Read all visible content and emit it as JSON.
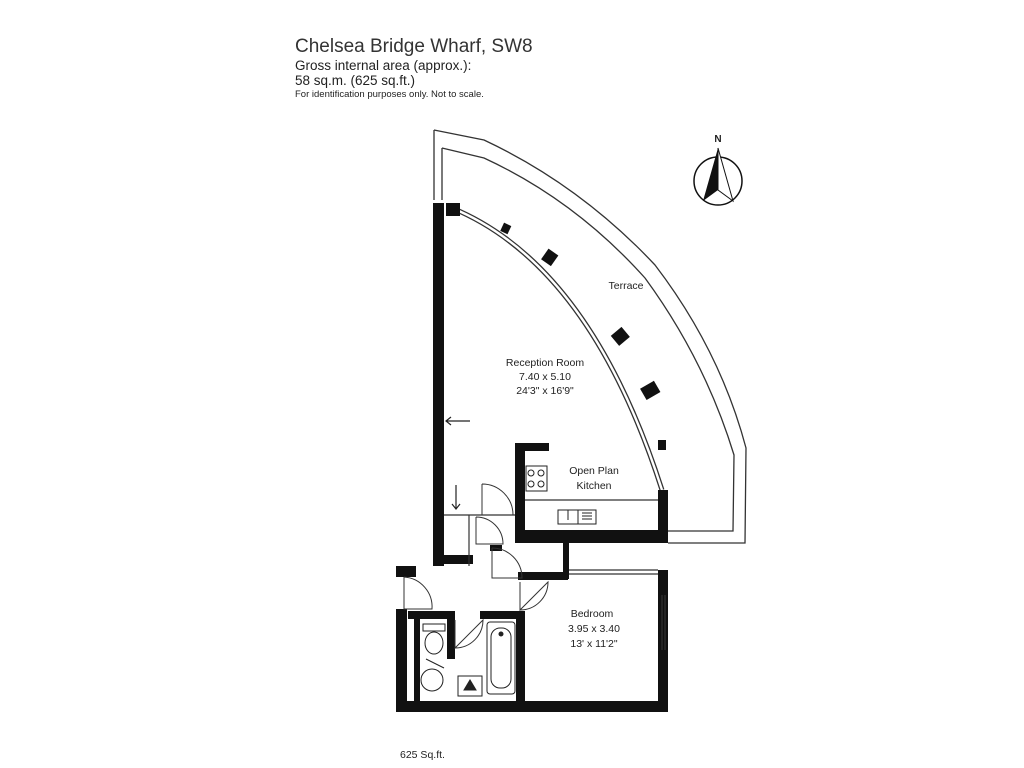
{
  "header": {
    "title": "Chelsea Bridge Wharf, SW8",
    "area_label": "Gross internal area (approx.):",
    "area_value": "58 sq.m. (625 sq.ft.)",
    "disclaimer": "For identification purposes only. Not to scale."
  },
  "compass": {
    "label": "N",
    "icon": "north-arrow-icon"
  },
  "rooms": {
    "terrace": {
      "name": "Terrace"
    },
    "reception": {
      "name": "Reception Room",
      "metric": "7.40 x 5.10",
      "imperial": "24'3\" x 16'9\""
    },
    "kitchen": {
      "name_line1": "Open Plan",
      "name_line2": "Kitchen"
    },
    "bedroom": {
      "name": "Bedroom",
      "metric": "3.95 x 3.40",
      "imperial": "13' x 11'2\""
    }
  },
  "footer": {
    "area": "625 Sq.ft."
  }
}
